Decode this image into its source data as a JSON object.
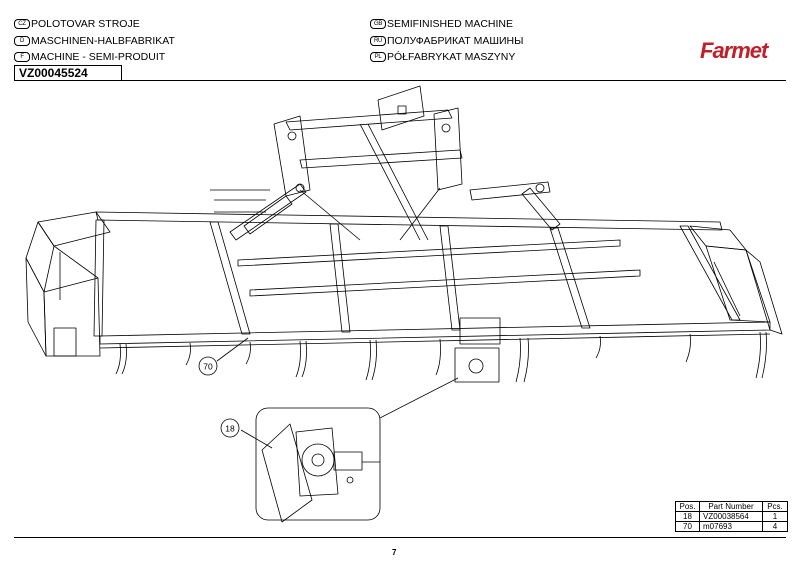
{
  "header": {
    "titles_left": [
      {
        "code": "CZ",
        "text": "POLOTOVAR STROJE"
      },
      {
        "code": "D",
        "text": "MASCHINEN-HALBFABRIKAT"
      },
      {
        "code": "F",
        "text": "MACHINE - SEMI-PRODUIT"
      }
    ],
    "titles_right": [
      {
        "code": "GB",
        "text": "SEMIFINISHED MACHINE"
      },
      {
        "code": "RU",
        "text": "ПОЛУФАБРИКАТ МАШИНЫ"
      },
      {
        "code": "PL",
        "text": "PÓŁFABRYKAT MASZYNY"
      }
    ],
    "document_id": "VZ00045524",
    "brand": "Farmet",
    "brand_color": "#c0202a"
  },
  "drawing": {
    "callouts": [
      "70",
      "18"
    ]
  },
  "parts_table": {
    "columns": [
      "Pos.",
      "Part Number",
      "Pcs."
    ],
    "rows": [
      {
        "pos": "18",
        "part": "VZ00038564",
        "pcs": "1"
      },
      {
        "pos": "70",
        "part": "m07693",
        "pcs": "4"
      }
    ]
  },
  "footer": {
    "page": "7"
  }
}
